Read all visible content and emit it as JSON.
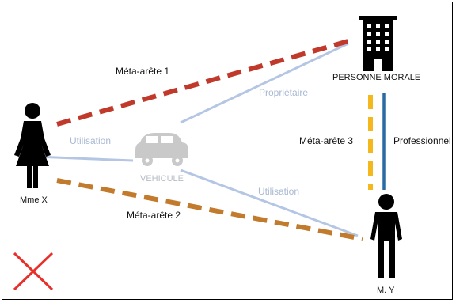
{
  "nodes": {
    "person_x": {
      "label": "Mme X",
      "icon": "woman-icon"
    },
    "person_y": {
      "label": "M. Y",
      "icon": "man-icon"
    },
    "vehicle": {
      "label": "VEHICULE",
      "icon": "car-icon"
    },
    "company": {
      "label": "PERSONNE MORALE",
      "icon": "building-icon"
    }
  },
  "edges": {
    "meta1": {
      "label": "Méta-arête 1",
      "color": "#c0392b"
    },
    "meta2": {
      "label": "Méta-arête 2",
      "color": "#c27a2c"
    },
    "meta3": {
      "label": "Méta-arête 3",
      "color": "#f4b81c"
    },
    "owner": {
      "label": "Propriétaire",
      "color": "#b4c6e4"
    },
    "use_x": {
      "label": "Utilisation",
      "color": "#b4c6e4"
    },
    "use_y": {
      "label": "Utilisation",
      "color": "#b4c6e4"
    },
    "pro": {
      "label": "Professionnel",
      "color": "#2a6ba3"
    }
  },
  "marker": {
    "icon": "cross-icon",
    "color": "#e8302a"
  }
}
